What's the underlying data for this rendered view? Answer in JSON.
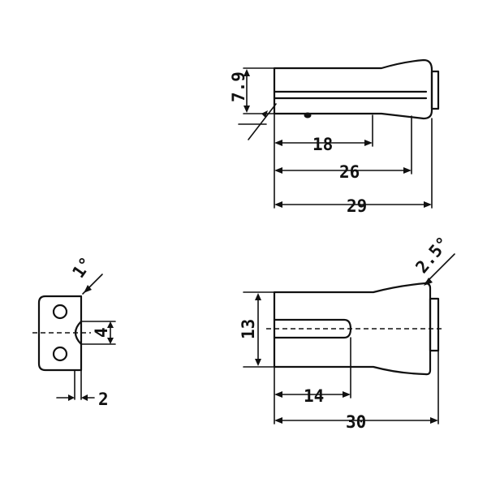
{
  "dimensions": {
    "top_height": "7.9",
    "top_slot": "18",
    "top_groove": "26",
    "top_length": "29",
    "angle": "1°",
    "end_slot": "4",
    "end_offset": "2",
    "bottom_height": "13",
    "bottom_taper": "2.5°",
    "bottom_slot": "14",
    "bottom_length": "30"
  }
}
